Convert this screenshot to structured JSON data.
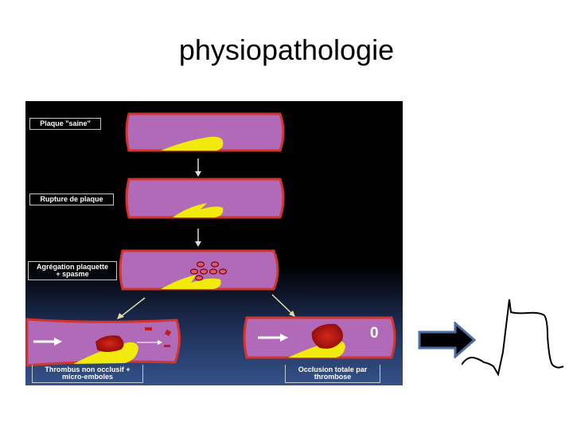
{
  "slide": {
    "title": "physiopathologie"
  },
  "diagram": {
    "stages": [
      {
        "label": "Plaque \"saine\""
      },
      {
        "label": "Rupture de plaque"
      },
      {
        "label": "Agrégation plaquette\n+ spasme"
      },
      {
        "label": "Thrombus non occlusif +\nmicro-emboles"
      },
      {
        "label": "Occlusion totale  par\nthrombose"
      }
    ],
    "flow_value": "0",
    "colors": {
      "vessel": "#b06ab8",
      "vessel_border": "#d2342e",
      "plaque": "#f2ea0c",
      "thrombus": "#c81818",
      "background_top": "#000000",
      "background_bottom": "#34528a"
    }
  },
  "icons": [
    "right-arrow-icon",
    "ecg-st-elevation-icon"
  ]
}
